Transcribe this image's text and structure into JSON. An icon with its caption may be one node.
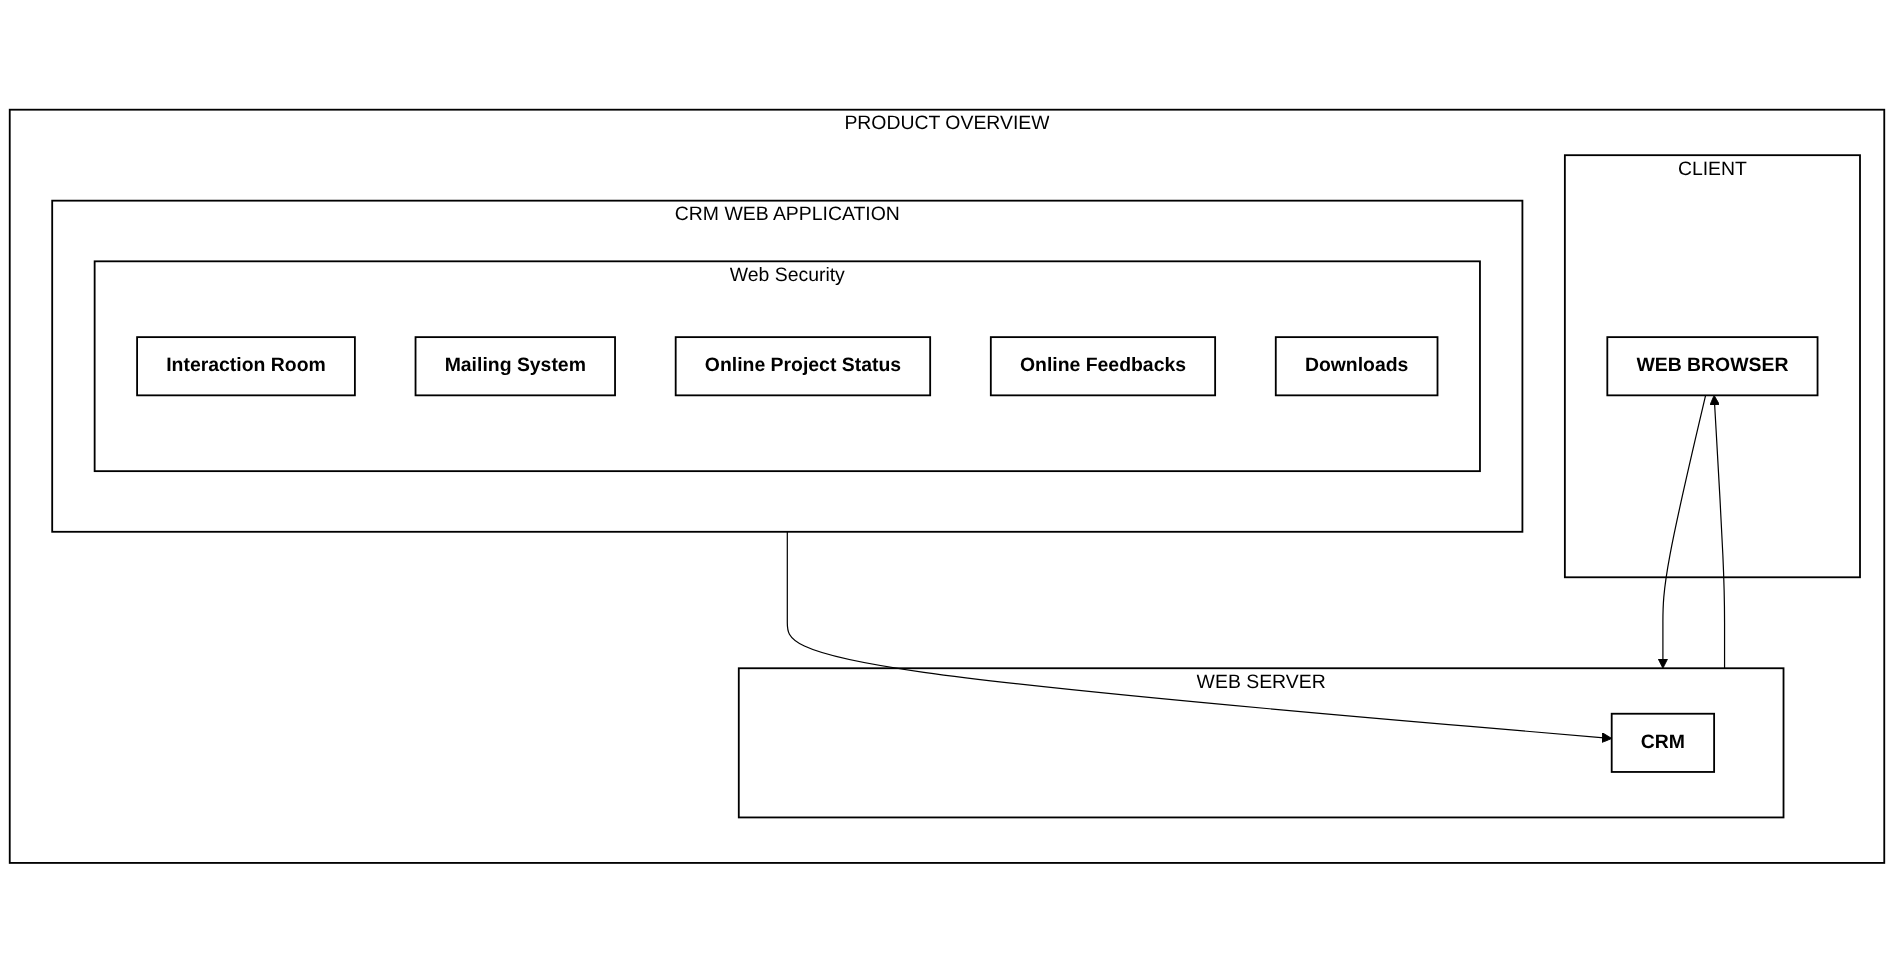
{
  "diagram": {
    "nodes": [
      {
        "text": [
          "PRODUCT OVERVIEW"
        ]
      },
      {
        "text": [
          "CRM WEB APPLICATION"
        ],
        "in": 0
      },
      {
        "text": [
          "Web Security"
        ],
        "in": 1
      },
      {
        "text": [
          "Interaction Room"
        ],
        "in": 2
      },
      {
        "text": [
          "Mailing System"
        ],
        "in": 2
      },
      {
        "text": [
          "Online Project Status"
        ],
        "in": 2
      },
      {
        "text": [
          "Online Feedbacks"
        ],
        "in": 2
      },
      {
        "text": [
          "Downloads"
        ],
        "in": 2
      },
      {
        "text": [
          "WEB SERVER"
        ],
        "in": 0
      },
      {
        "text": [
          "CRM"
        ],
        "in": 8
      },
      {
        "text": [
          "CLIENT"
        ],
        "in": 0
      },
      {
        "text": [
          "WEB BROWSER"
        ],
        "in": 10
      }
    ],
    "edges": [
      {
        "from": 1,
        "to": 9,
        "arrow": "to"
      },
      {
        "from": 8,
        "to": 11,
        "arrow": "to"
      },
      {
        "from": 11,
        "to": 8,
        "arrow": "to"
      }
    ]
  }
}
